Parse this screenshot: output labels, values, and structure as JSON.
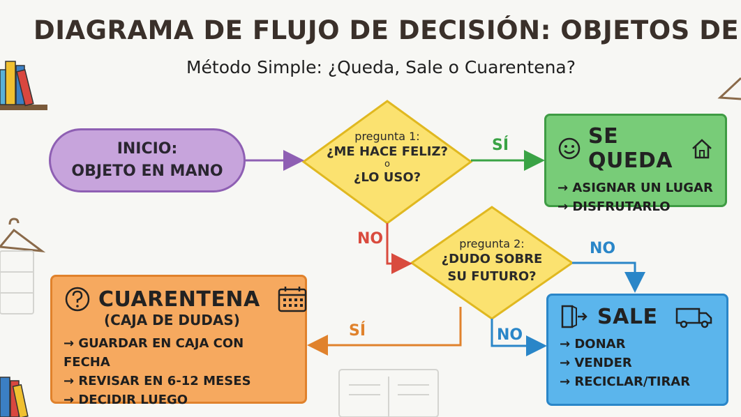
{
  "header": {
    "title": "DIAGRAMA DE FLUJO DE DECISIÓN: OBJETOS DEL HOGAR",
    "subtitle": "Método Simple: ¿Queda, Sale o Cuarentena?"
  },
  "start": {
    "line1": "INICIO:",
    "line2": "OBJETO EN MANO"
  },
  "question1": {
    "label": "pregunta 1:",
    "line1": "¿ME HACE FELIZ?",
    "or": "o",
    "line2": "¿LO USO?"
  },
  "question2": {
    "label": "pregunta 2:",
    "line1": "¿DUDO SOBRE",
    "line2": "SU FUTURO?"
  },
  "edges": {
    "q1_yes": "SÍ",
    "q1_no": "NO",
    "q2_no_top": "NO",
    "q2_no_bottom": "NO",
    "q2_yes": "SÍ"
  },
  "stay": {
    "title": "SE QUEDA",
    "items": [
      "ASIGNAR UN LUGAR",
      "DISFRUTARLO"
    ]
  },
  "leave": {
    "title": "SALE",
    "items": [
      "DONAR",
      "VENDER",
      "RECICLAR/TIRAR"
    ]
  },
  "quarantine": {
    "title": "CUARENTENA",
    "subtitle": "(CAJA DE DUDAS)",
    "items": [
      "GUARDAR EN CAJA CON FECHA",
      "REVISAR EN 6-12 MESES",
      "DECIDIR LUEGO"
    ]
  },
  "colors": {
    "start_fill": "#c7a4dc",
    "diamond_fill": "#fbe270",
    "stay_fill": "#78cc78",
    "leave_fill": "#5bb5ec",
    "quarantine_fill": "#f6a95f",
    "yes_green": "#3aa345",
    "no_red": "#d94b3e",
    "no_blue": "#2a86c8",
    "yes_orange": "#e0822c"
  },
  "icons": {
    "stay_left": "smiley-icon",
    "stay_right": "house-icon",
    "leave_left": "exit-door-icon",
    "leave_right": "truck-icon",
    "quarantine_left": "question-circle-icon",
    "quarantine_right": "calendar-icon",
    "decor": [
      "bookshelf-icon",
      "hanger-icon",
      "open-box-icon"
    ]
  }
}
